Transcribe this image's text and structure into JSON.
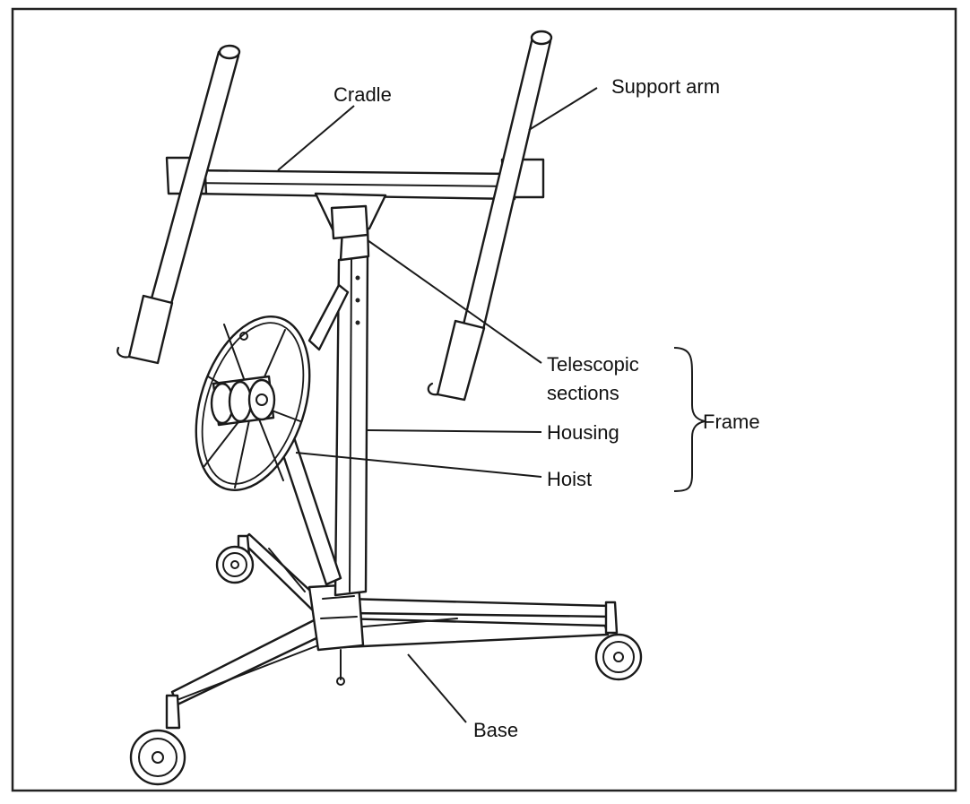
{
  "labels": {
    "cradle": "Cradle",
    "support_arm": "Support arm",
    "telescopic_line1": "Telescopic",
    "telescopic_line2": "sections",
    "housing": "Housing",
    "hoist": "Hoist",
    "frame": "Frame",
    "base": "Base"
  }
}
